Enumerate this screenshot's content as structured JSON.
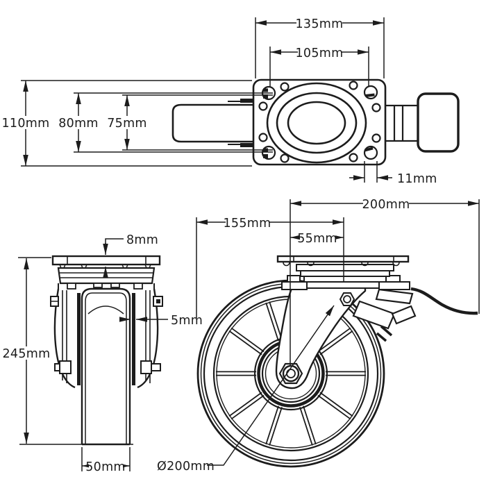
{
  "drawing": {
    "type": "caster-wheel-technical-drawing",
    "colors": {
      "line": "#1c1c1c",
      "background": "#ffffff"
    },
    "dims": {
      "top": {
        "total_width": "135mm",
        "bolt_spacing_width": "105mm",
        "total_depth": "110mm",
        "bolt_spacing_depth_outer": "80mm",
        "bolt_spacing_depth_inner": "75mm",
        "bolt_hole_diameter": "11mm"
      },
      "front": {
        "plate_thickness": "8mm",
        "overall_height": "245mm",
        "fork_leg_thickness": "5mm",
        "wheel_width": "50mm"
      },
      "side": {
        "overall_length": "200mm",
        "plate_length": "155mm",
        "swivel_offset": "55mm",
        "wheel_diameter": "Ø200mm"
      }
    }
  }
}
